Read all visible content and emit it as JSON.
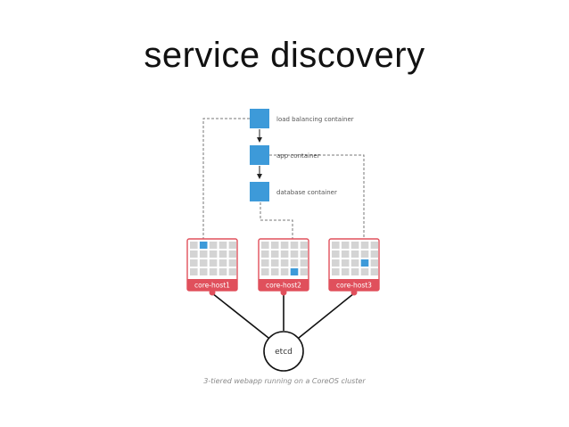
{
  "title": "service discovery",
  "containers": [
    {
      "id": "lb",
      "label": "load balancing container",
      "color": "#3d9ad9"
    },
    {
      "id": "app",
      "label": "app container",
      "color": "#3d9ad9"
    },
    {
      "id": "db",
      "label": "database container",
      "color": "#3d9ad9"
    }
  ],
  "hosts": [
    {
      "id": "core-host1",
      "label": "core-host1",
      "active_cell": {
        "row": 0,
        "col": 1
      }
    },
    {
      "id": "core-host2",
      "label": "core-host2",
      "active_cell": {
        "row": 3,
        "col": 3
      }
    },
    {
      "id": "core-host3",
      "label": "core-host3",
      "active_cell": {
        "row": 2,
        "col": 3
      }
    }
  ],
  "etcd": {
    "label": "etcd"
  },
  "caption": "3-tiered webapp running on a CoreOS cluster",
  "colors": {
    "container_blue": "#3d9ad9",
    "host_red": "#e0505c",
    "cell_gray": "#d4d4d4",
    "dashed_line": "#777777"
  }
}
